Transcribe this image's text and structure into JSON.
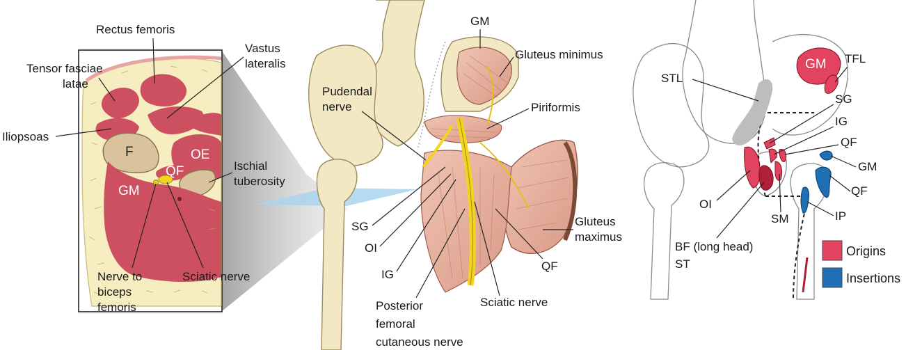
{
  "panel_a": {
    "labels": {
      "rectus_femoris": "Rectus femoris",
      "vastus_lateralis_1": "Vastus",
      "vastus_lateralis_2": "lateralis",
      "tensor_1": "Tensor fasciae",
      "tensor_2": "latae",
      "iliopsoas": "Iliopsoas",
      "f": "F",
      "oe": "OE",
      "qf": "QF",
      "gm": "GM",
      "ischial_1": "Ischial",
      "ischial_2": "tuberosity",
      "nerve_biceps_1": "Nerve to",
      "nerve_biceps_2": "biceps",
      "nerve_biceps_3": "femoris",
      "sciatic": "Sciatic nerve"
    }
  },
  "panel_b": {
    "labels": {
      "gm": "GM",
      "gluteus_minimus": "Gluteus minimus",
      "pudendal_1": "Pudendal",
      "pudendal_2": "nerve",
      "piriformis": "Piriformis",
      "sg": "SG",
      "oi": "OI",
      "ig": "IG",
      "gluteus_maximus_1": "Gluteus",
      "gluteus_maximus_2": "maximus",
      "qf": "QF",
      "sciatic": "Sciatic nerve",
      "posterior_1": "Posterior",
      "posterior_2": "femoral",
      "posterior_3": "cutaneous nerve"
    }
  },
  "panel_c": {
    "labels": {
      "gm_top": "GM",
      "tfl": "TFL",
      "stl": "STL",
      "sg": "SG",
      "ig": "IG",
      "qf_1": "QF",
      "gm_ins": "GM",
      "qf_2": "QF",
      "oi": "OI",
      "sm": "SM",
      "ip": "IP",
      "bf_1": "BF (long head)",
      "bf_2": "ST"
    },
    "legend": [
      {
        "label": "Origins",
        "color": "#e2445f"
      },
      {
        "label": "Insertions",
        "color": "#1f6fb5"
      }
    ]
  },
  "colors": {
    "muscle": "#d9534f",
    "muscle_light": "#e8a79a",
    "bone": "#f3e8c4",
    "fat": "#f7efc0",
    "nerve": "#f2d31f",
    "plane": "#a9d3ec",
    "stl_gray": "#bdbdbd"
  }
}
